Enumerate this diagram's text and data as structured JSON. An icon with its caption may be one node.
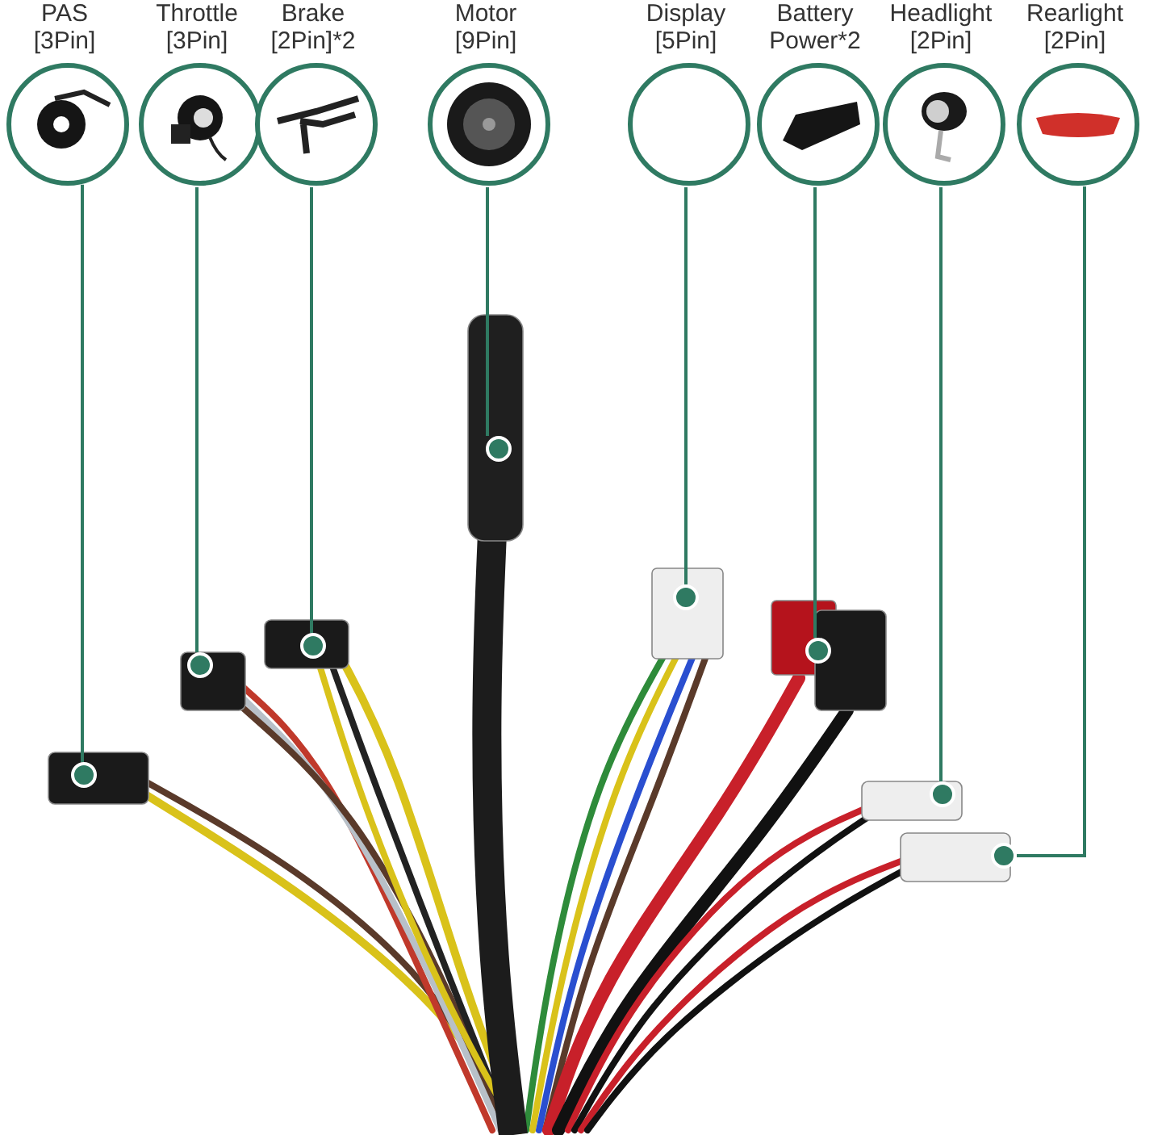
{
  "diagram": {
    "nodes": [
      {
        "text": [
          "PAS [3Pin]"
        ]
      },
      {
        "text": [
          "Throttle [3Pin]"
        ]
      },
      {
        "text": [
          "Brake [2Pin]*2"
        ]
      },
      {
        "text": [
          "Motor [9Pin]"
        ]
      },
      {
        "text": [
          "Display [5Pin]"
        ]
      },
      {
        "text": [
          "Battery Power*2"
        ]
      },
      {
        "text": [
          "Headlight [2Pin]"
        ]
      },
      {
        "text": [
          "Rearlight [2Pin]"
        ]
      },
      {
        "text": [],
        "shape": "circle"
      },
      {
        "text": [],
        "shape": "circle"
      },
      {
        "text": [],
        "shape": "circle"
      },
      {
        "text": [],
        "shape": "circle"
      },
      {
        "text": [],
        "shape": "circle"
      },
      {
        "text": [],
        "shape": "circle"
      },
      {
        "text": [],
        "shape": "circle"
      },
      {
        "text": [],
        "shape": "circle"
      }
    ],
    "edges": [
      {
        "from": 0,
        "to": 8,
        "arrow": "none"
      },
      {
        "from": 1,
        "to": 9,
        "arrow": "none"
      },
      {
        "from": 2,
        "to": 10,
        "arrow": "none"
      },
      {
        "from": 3,
        "to": 11,
        "arrow": "none"
      },
      {
        "from": 4,
        "to": 12,
        "arrow": "none"
      },
      {
        "from": 5,
        "to": 13,
        "arrow": "none"
      },
      {
        "from": 6,
        "to": 14,
        "arrow": "none"
      },
      {
        "from": 7,
        "to": 15,
        "arrow": "none"
      }
    ]
  }
}
